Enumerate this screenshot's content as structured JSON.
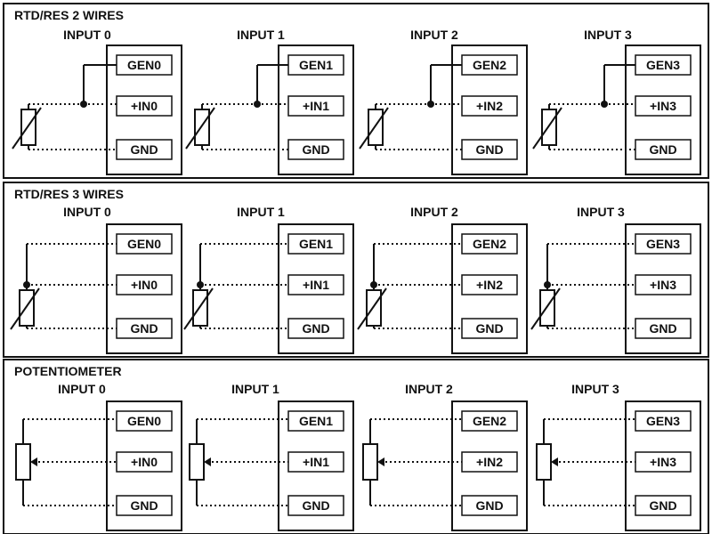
{
  "sections": [
    {
      "title": "RTD/RES 2 WIRES",
      "type": "rtd2",
      "inputs": [
        {
          "label": "INPUT 0",
          "pins": [
            "GEN0",
            "+IN0",
            "GND"
          ]
        },
        {
          "label": "INPUT 1",
          "pins": [
            "GEN1",
            "+IN1",
            "GND"
          ]
        },
        {
          "label": "INPUT 2",
          "pins": [
            "GEN2",
            "+IN2",
            "GND"
          ]
        },
        {
          "label": "INPUT 3",
          "pins": [
            "GEN3",
            "+IN3",
            "GND"
          ]
        }
      ]
    },
    {
      "title": "RTD/RES 3 WIRES",
      "type": "rtd3",
      "inputs": [
        {
          "label": "INPUT 0",
          "pins": [
            "GEN0",
            "+IN0",
            "GND"
          ]
        },
        {
          "label": "INPUT 1",
          "pins": [
            "GEN1",
            "+IN1",
            "GND"
          ]
        },
        {
          "label": "INPUT 2",
          "pins": [
            "GEN2",
            "+IN2",
            "GND"
          ]
        },
        {
          "label": "INPUT 3",
          "pins": [
            "GEN3",
            "+IN3",
            "GND"
          ]
        }
      ]
    },
    {
      "title": "POTENTIOMETER",
      "type": "pot",
      "inputs": [
        {
          "label": "INPUT 0",
          "pins": [
            "GEN0",
            "+IN0",
            "GND"
          ]
        },
        {
          "label": "INPUT 1",
          "pins": [
            "GEN1",
            "+IN1",
            "GND"
          ]
        },
        {
          "label": "INPUT 2",
          "pins": [
            "GEN2",
            "+IN2",
            "GND"
          ]
        },
        {
          "label": "INPUT 3",
          "pins": [
            "GEN3",
            "+IN3",
            "GND"
          ]
        }
      ]
    }
  ]
}
